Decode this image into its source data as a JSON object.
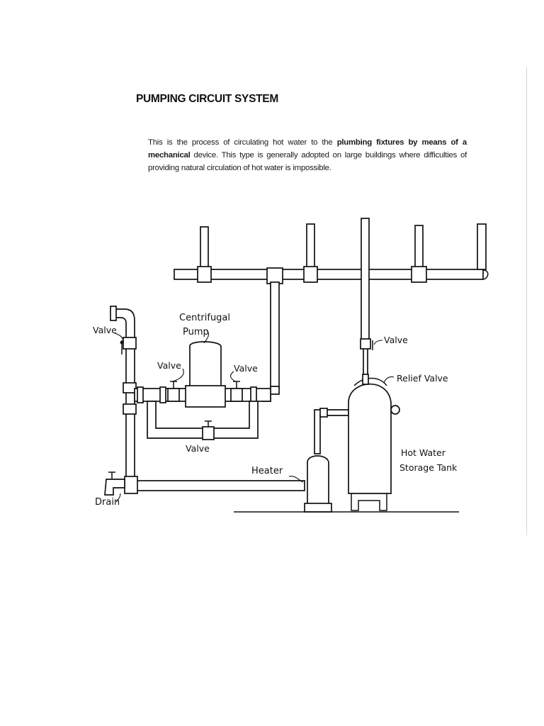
{
  "heading": "PUMPING CIRCUIT SYSTEM",
  "intro": {
    "before": "This is the process of circulating hot water to the ",
    "emphasis": "plumbing fixtures by means of a mechanical",
    "after": " device. This type is generally adopted on large buildings where difficulties of providing natural circulation of hot water is impossible."
  },
  "diagram_labels": {
    "pump_line1": "Centrifugal",
    "pump_line2": "Pump",
    "valve_left_riser": "Valve",
    "valve_pump_inlet": "Valve",
    "valve_pump_outlet": "Valve",
    "valve_bypass": "Valve",
    "valve_tank_riser": "Valve",
    "relief_valve": "Relief Valve",
    "heater": "Heater",
    "tank_line1": "Hot Water",
    "tank_line2": "Storage Tank",
    "drain": "Drain"
  }
}
